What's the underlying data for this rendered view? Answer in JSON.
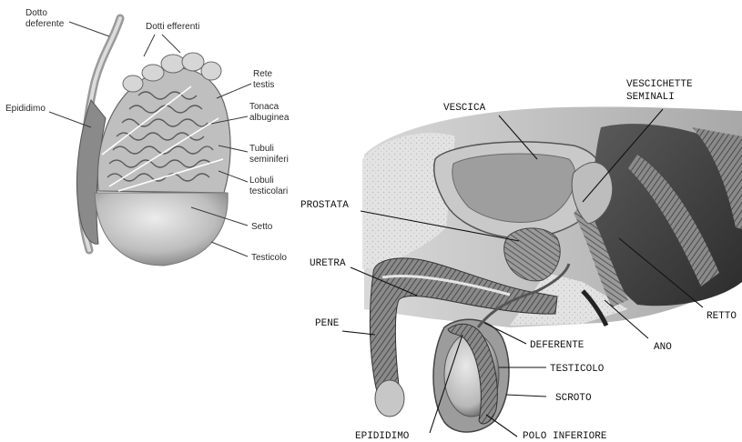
{
  "left_diagram": {
    "labels": {
      "dotto_deferente_1": "Dotto",
      "dotto_deferente_2": "deferente",
      "dotti_efferenti": "Dotti efferenti",
      "rete_testis_1": "Rete",
      "rete_testis_2": "testis",
      "epididimo": "Epididimo",
      "tonaca_albuginea_1": "Tonaca",
      "tonaca_albuginea_2": "albuginea",
      "tubuli_seminiferi_1": "Tubuli",
      "tubuli_seminiferi_2": "seminiferi",
      "lobuli_testicolari_1": "Lobuli",
      "lobuli_testicolari_2": "testicolari",
      "setto": "Setto",
      "testicolo": "Testicolo"
    }
  },
  "right_diagram": {
    "labels": {
      "vescica": "VESCICA",
      "vescichette_1": "VESCICHETTE",
      "vescichette_2": "SEMINALI",
      "prostata": "PROSTATA",
      "uretra": "URETRA",
      "pene": "PENE",
      "deferente": "DEFERENTE",
      "testicolo": "TESTICOLO",
      "scroto": "SCROTO",
      "epididimo": "EPIDIDIMO",
      "polo_inferiore": "POLO INFERIORE",
      "ano": "ANO",
      "retto": "RETTO"
    }
  }
}
